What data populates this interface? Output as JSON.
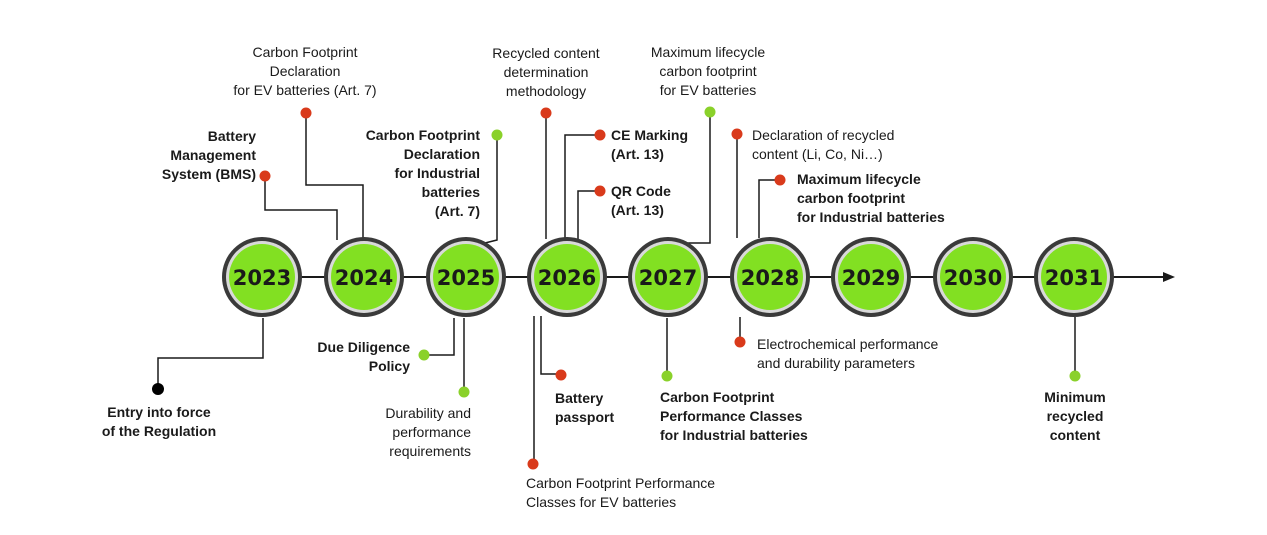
{
  "timeline": {
    "colors": {
      "event_mandatory": "#d93a1b",
      "event_green": "#8ad12a",
      "event_start": "#000000",
      "node_fill": "#82e022",
      "node_ring": "#2b2b2b",
      "line": "#1a1a1a"
    },
    "years": [
      "2023",
      "2024",
      "2025",
      "2026",
      "2027",
      "2028",
      "2029",
      "2030",
      "2031"
    ]
  },
  "events": {
    "entry_into_force": {
      "text": "Entry into force\nof the Regulation",
      "marker": "black"
    },
    "bms": {
      "text": "Battery\nManagement\nSystem (BMS)",
      "marker": "red"
    },
    "cf_ev": {
      "text": "Carbon Footprint\nDeclaration\nfor EV batteries (Art. 7)",
      "marker": "red"
    },
    "cf_industrial": {
      "text": "Carbon Footprint\nDeclaration\nfor Industrial\nbatteries\n(Art. 7)",
      "marker": "green"
    },
    "due_diligence": {
      "text": "Due Diligence\nPolicy",
      "marker": "green"
    },
    "durability_req": {
      "text": "Durability and\nperformance\nrequirements",
      "marker": "green"
    },
    "recycled_method": {
      "text": "Recycled content\ndetermination\nmethodology",
      "marker": "red"
    },
    "ce_marking": {
      "text": "CE Marking\n(Art. 13)",
      "marker": "red"
    },
    "qr_code": {
      "text": "QR Code\n(Art. 13)",
      "marker": "red"
    },
    "battery_passport": {
      "text": "Battery\npassport",
      "marker": "red"
    },
    "cf_perf_ev": {
      "text": "Carbon Footprint Performance\nClasses for EV batteries",
      "marker": "red"
    },
    "max_cf_ev": {
      "text": "Maximum lifecycle\ncarbon footprint\nfor EV batteries",
      "marker": "green"
    },
    "cf_perf_industrial": {
      "text": "Carbon Footprint\nPerformance Classes\nfor Industrial batteries",
      "marker": "green"
    },
    "recycled_declaration": {
      "text": "Declaration of recycled\ncontent (Li, Co, Ni…)",
      "marker": "red"
    },
    "max_cf_industrial": {
      "text": "Maximum lifecycle\ncarbon footprint\nfor Industrial batteries",
      "marker": "red"
    },
    "electrochemical": {
      "text": "Electrochemical performance\nand durability parameters",
      "marker": "red"
    },
    "min_recycled": {
      "text": "Minimum\nrecycled\ncontent",
      "marker": "green"
    }
  }
}
